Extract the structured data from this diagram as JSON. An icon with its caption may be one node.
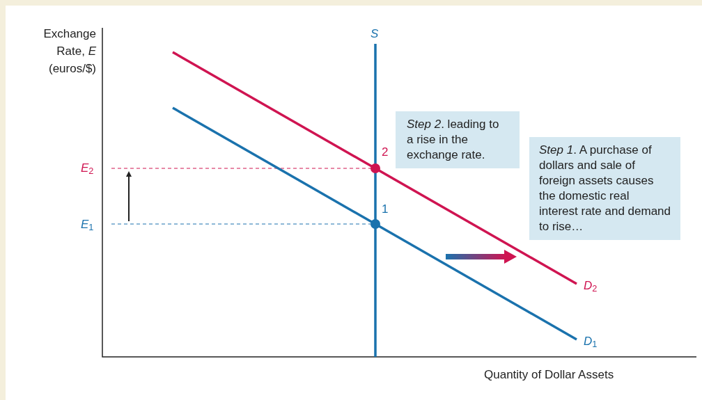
{
  "diagram": {
    "nodes": [
      {
        "text": [
          "*Step 2*. leading to a rise in the exchange rate."
        ]
      },
      {
        "text": [
          "*Step 1*. A purchase of dollars and sale of foreign assets causes the domestic real interest rate and demand to rise…"
        ]
      }
    ],
    "labels": [
      "Exchange Rate, *E* (euros/$)",
      "*S*",
      "2",
      "*E*$_{2}$",
      "1",
      "*E*$_{1}$",
      "*D*$_{2}$",
      "*D*$_{1}$",
      "Quantity of Dollar Assets"
    ]
  }
}
